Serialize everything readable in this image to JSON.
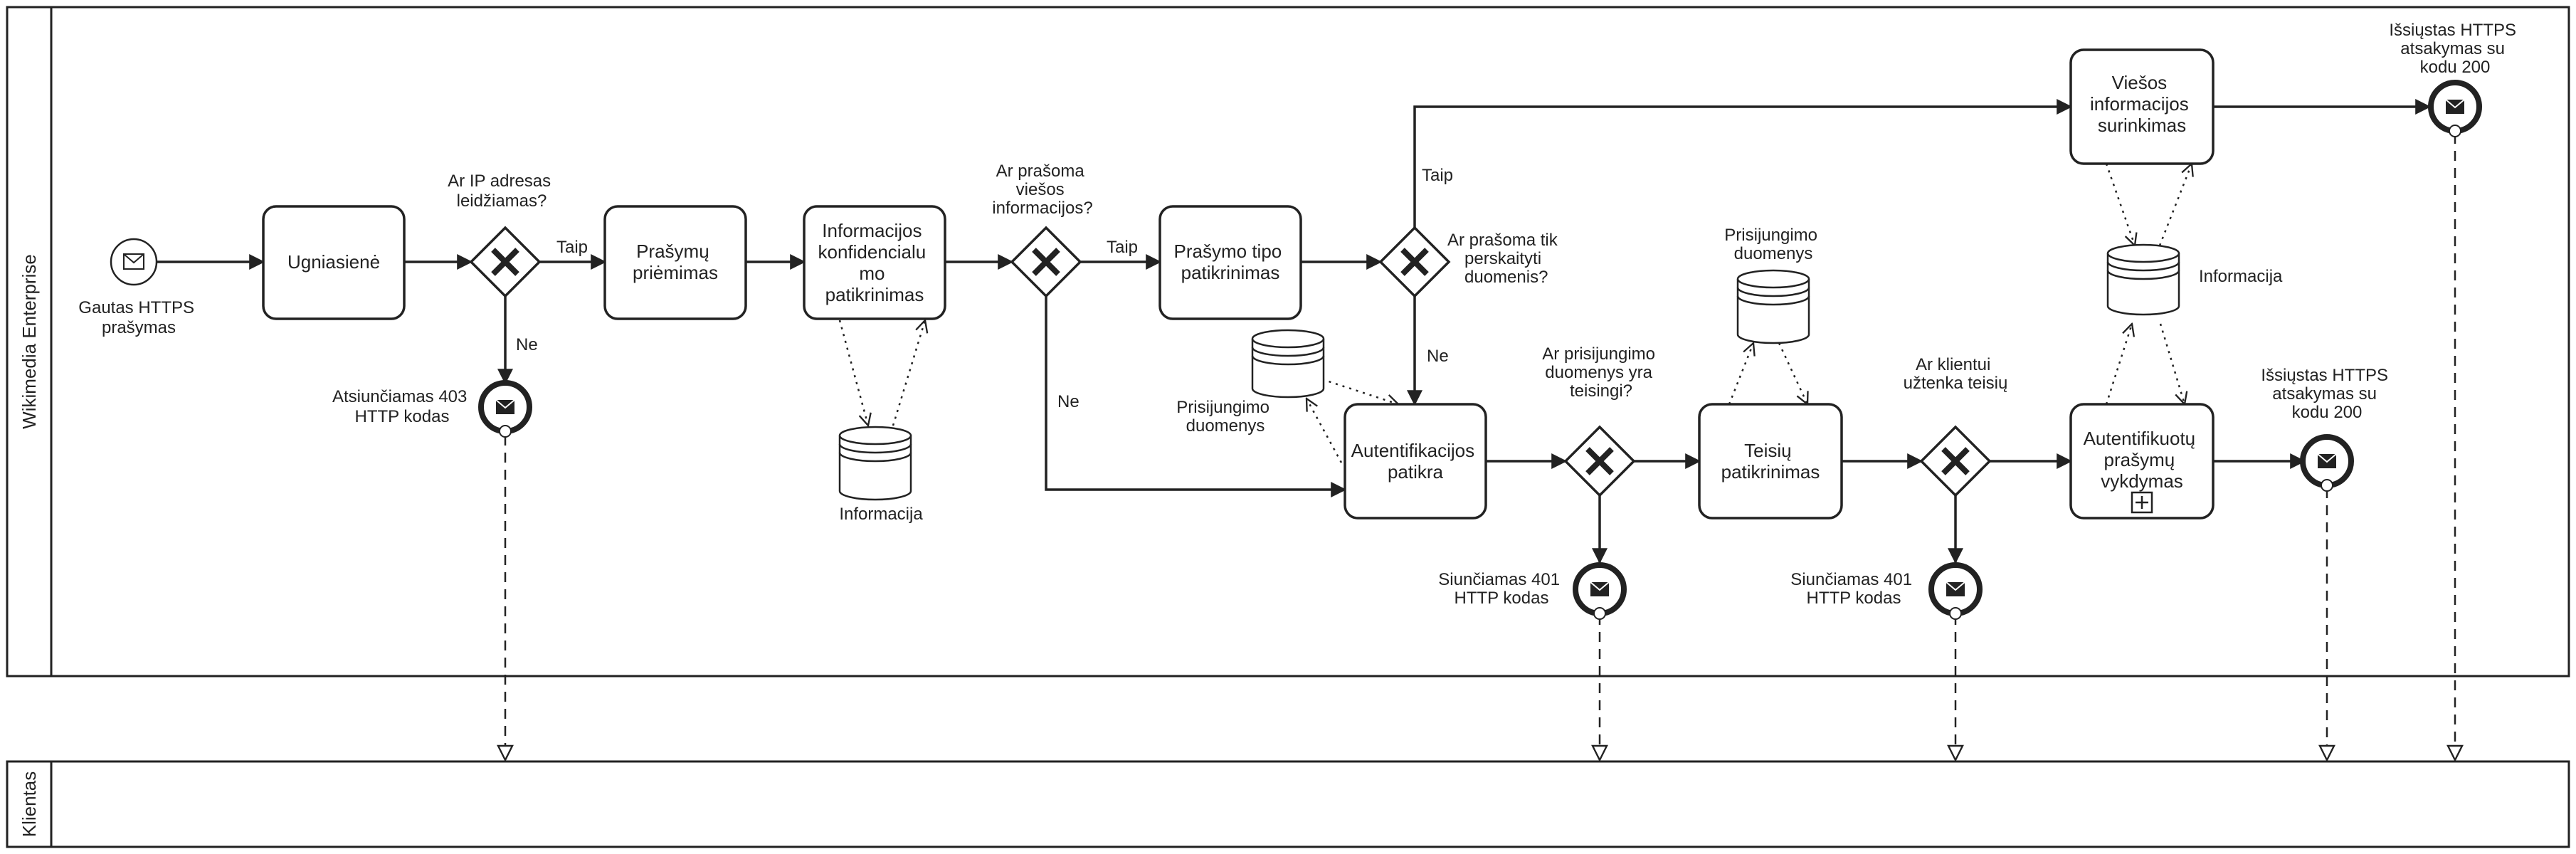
{
  "pools": {
    "enterprise": "Wikimedia Enterprise",
    "client": "Klientas"
  },
  "events": {
    "start": [
      "Gautas HTTPS",
      "prašymas"
    ],
    "end403": [
      "Atsiunčiamas 403",
      "HTTP kodas"
    ],
    "end401a": [
      "Siunčiamas 401",
      "HTTP kodas"
    ],
    "end401b": [
      "Siunčiamas 401",
      "HTTP kodas"
    ],
    "end200a": [
      "Išsiųstas HTTPS",
      "atsakymas su",
      "kodu 200"
    ],
    "end200b": [
      "Išsiųstas HTTPS",
      "atsakymas su",
      "kodu 200"
    ]
  },
  "tasks": {
    "firewall": [
      "Ugniasienė"
    ],
    "reception": [
      "Prašymų",
      "priėmimas"
    ],
    "confidential": [
      "Informacijos",
      "konfidencialu",
      "mo",
      "patikrinimas"
    ],
    "request_type": [
      "Prašymo tipo",
      "patikrinimas"
    ],
    "auth": [
      "Autentifikacijos",
      "patikra"
    ],
    "rights": [
      "Teisių",
      "patikrinimas"
    ],
    "public_info": [
      "Viešos",
      "informacijos",
      "surinkimas"
    ],
    "auth_exec": [
      "Autentifikuotų",
      "prašymų",
      "vykdymas"
    ]
  },
  "gateways": {
    "ip": [
      "Ar IP adresas",
      "leidžiamas?"
    ],
    "public": [
      "Ar prašoma",
      "viešos",
      "informacijos?"
    ],
    "read_only": [
      "Ar prašoma tik",
      "perskaityti",
      "duomenis?"
    ],
    "credentials": [
      "Ar prisijungimo",
      "duomenys yra",
      "teisingi?"
    ],
    "enough_rights": [
      "Ar klientui",
      "užtenka teisių"
    ]
  },
  "data_stores": {
    "info1": [
      "Informacija"
    ],
    "login1": [
      "Prisijungimo",
      "duomenys"
    ],
    "login2": [
      "Prisijungimo",
      "duomenys"
    ],
    "info2": [
      "Informacija"
    ]
  },
  "flow_labels": {
    "yes": "Taip",
    "no": "Ne"
  }
}
